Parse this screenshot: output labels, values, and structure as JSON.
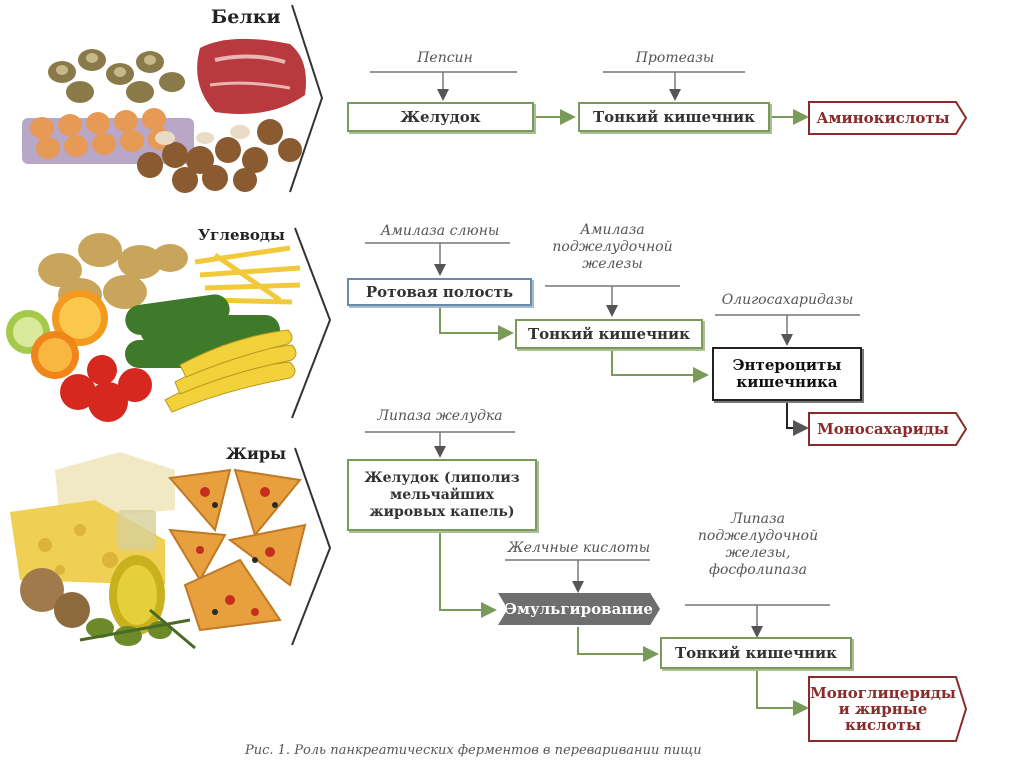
{
  "categories": {
    "proteins": "Белки",
    "carbs": "Углеводы",
    "fats": "Жиры"
  },
  "proteins": {
    "enzyme_pepsin": "Пепсин",
    "enzyme_proteases": "Протеазы",
    "stomach": "Желудок",
    "small_intestine": "Тонкий кишечник",
    "result": "Аминокислоты"
  },
  "carbs": {
    "enzyme_saliva": "Амилаза слюны",
    "enzyme_pancreatic": "Амилаза поджелудочной железы",
    "enzyme_oligo": "Олигосахаридазы",
    "oral": "Ротовая полость",
    "small_intestine": "Тонкий кишечник",
    "enterocytes": "Энтероциты кишечника",
    "result": "Моносахариды"
  },
  "fats": {
    "enzyme_gastric_lipase": "Липаза желудка",
    "enzyme_bile": "Желчные кислоты",
    "enzyme_pancreatic_lipase": "Липаза поджелудочной железы, фосфолипаза",
    "stomach": "Желудок (липолиз мельчайших жировых капель)",
    "emulsification": "Эмульгирование",
    "small_intestine": "Тонкий кишечник",
    "result": "Моноглицериды и жирные кислоты"
  },
  "caption": "Рис. 1. Роль панкреатических ферментов в переваривании пищи",
  "colors": {
    "green": "#7a9a5a",
    "blue": "#6a8aa8",
    "result": "#8a2a2a",
    "dark_box": "#6e6e6e"
  }
}
